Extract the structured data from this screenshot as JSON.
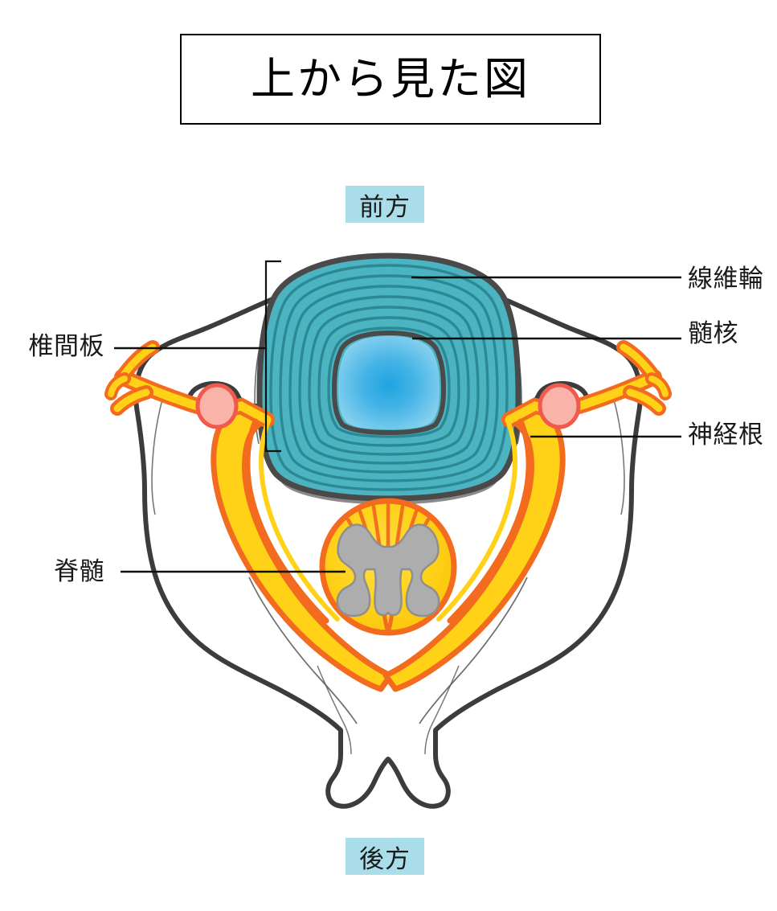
{
  "title": {
    "text": "上から見た図"
  },
  "orientation": {
    "anterior": "前方",
    "posterior": "後方"
  },
  "callouts": {
    "intervertebral_disc": "椎間板",
    "spinal_cord": "脊髄",
    "annulus_fibrosus": "線維輪",
    "nucleus_pulposus": "髄核",
    "nerve_root": "神経根"
  },
  "colors": {
    "chip_background": "#A9DDEA",
    "annulus_fill": "#4CB4C0",
    "annulus_ring_line": "#2A8693",
    "annulus_outline": "#4A4A4A",
    "nucleus_center": "#35A8E0",
    "nucleus_edge": "#7FCDEB",
    "nerve_fill": "#FFD217",
    "nerve_stroke": "#F26B1E",
    "ganglion_fill": "#F9B3A8",
    "ganglion_stroke": "#F0594B",
    "ligament_fill": "#F59A18",
    "bone_outline": "#3C3C3C",
    "gray_matter": "#ADADAD",
    "leader_line": "#111111",
    "title_border": "#000000"
  },
  "diagram": {
    "type": "anatomical-cross-section",
    "subject": "vertebra-axial-view",
    "structures": [
      "intervertebral disc (annulus fibrosus rings + nucleus pulposus)",
      "posterior longitudinal ligament",
      "spinal cord with gray matter",
      "nerve roots with dorsal root ganglia",
      "vertebral bone outline with spinous process"
    ]
  }
}
